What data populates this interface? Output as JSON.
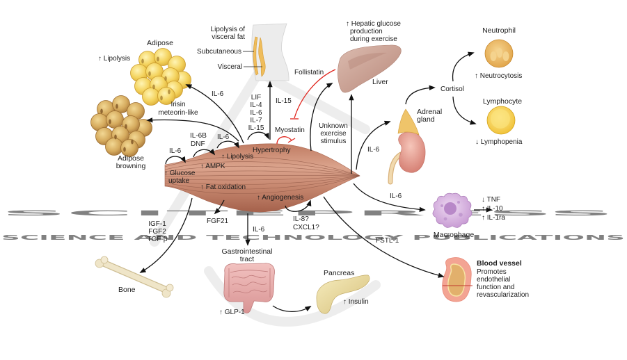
{
  "watermark": {
    "main": "SCITEPRESS",
    "sub": "SCIENCE AND TECHNOLOGY PUBLICATIONS"
  },
  "muscle": {
    "effects": {
      "glucose_uptake": [
        "↑ Glucose",
        "uptake"
      ],
      "ampk": "↑ AMPK",
      "lipolysis": "↑ Lipolysis",
      "fat_oxidation": "↑ Fat oxidation",
      "angiogenesis": "↑ Angiogenesis",
      "hypertrophy": "Hypertrophy"
    },
    "autocrine": {
      "glucose_uptake_signal": "IL-6",
      "ampk_signal": [
        "IL-6B",
        "DNF"
      ],
      "lipolysis_signal": "IL-6",
      "hypertrophy_signals": [
        "LIF",
        "IL-4",
        "IL-6",
        "IL-7",
        "IL-15"
      ],
      "myostatin": "Myostatin",
      "angiogenesis_signals": [
        "IL-8?",
        "CXCL1?"
      ]
    }
  },
  "targets": {
    "adipose": {
      "label": "Adipose",
      "effect": "↑ Lipolysis",
      "signal": "IL-6"
    },
    "adipose_browning": {
      "label": [
        "Adipose",
        "browning"
      ],
      "signal": [
        "Irisin",
        "meteorin-like"
      ]
    },
    "visceral_fat": {
      "title": [
        "Lipolysis of",
        "visceral fat"
      ],
      "layers": [
        "Subcutaneous",
        "Visceral"
      ],
      "signal": "IL-15"
    },
    "follistatin": "Follistatin",
    "liver": {
      "label": "Liver",
      "effect": [
        "↑ Hepatic glucose",
        "production",
        "during exercise"
      ],
      "signal": [
        "Unknown",
        "exercise",
        "stimulus"
      ]
    },
    "adrenal": {
      "label": [
        "Adrenal",
        "gland"
      ],
      "signal": "IL-6",
      "hormone": "Cortisol"
    },
    "neutrophil": {
      "label": "Neutrophil",
      "effect": "↑ Neutrocytosis"
    },
    "lymphocyte": {
      "label": "Lymphocyte",
      "effect": "↓ Lymphopenia"
    },
    "macrophage": {
      "label": "Macrophage",
      "signal": "IL-6",
      "effects": [
        "↓ TNF",
        "↑ IL-10",
        "↑ IL-1ra"
      ]
    },
    "blood_vessel": {
      "label": "Blood vessel",
      "signal": "FSTL-1",
      "effect": [
        "Promotes",
        "endothelial",
        "function and",
        "revascularization"
      ]
    },
    "gi_tract": {
      "label": [
        "Gastrointestinal",
        "tract"
      ],
      "signal": "IL-6",
      "effect": "↑ GLP-1"
    },
    "fgf21": "FGF21",
    "pancreas": {
      "label": "Pancreas",
      "effect": "↑ Insulin"
    },
    "bone": {
      "label": "Bone",
      "signal": [
        "IGF-1",
        "FGF2",
        "TGF-β"
      ]
    }
  },
  "colors": {
    "text": "#1c1c1c",
    "inhibition": "#e0241c",
    "adipose_label": "#e6b020",
    "browning_label": "#a8763e",
    "liver_label": "#b0604a",
    "neutrophil_label": "#d48c2a",
    "lymphocyte_label": "#e2b420",
    "adrenal_label": "#d49c2c",
    "macrophage_label": "#9a58a4",
    "blood_vessel_label": "#b02828",
    "gi_label": "#e07272",
    "pancreas_label": "#e0b62c",
    "bone_label": "#c6ae84",
    "watermark": "#d6d6d6"
  }
}
